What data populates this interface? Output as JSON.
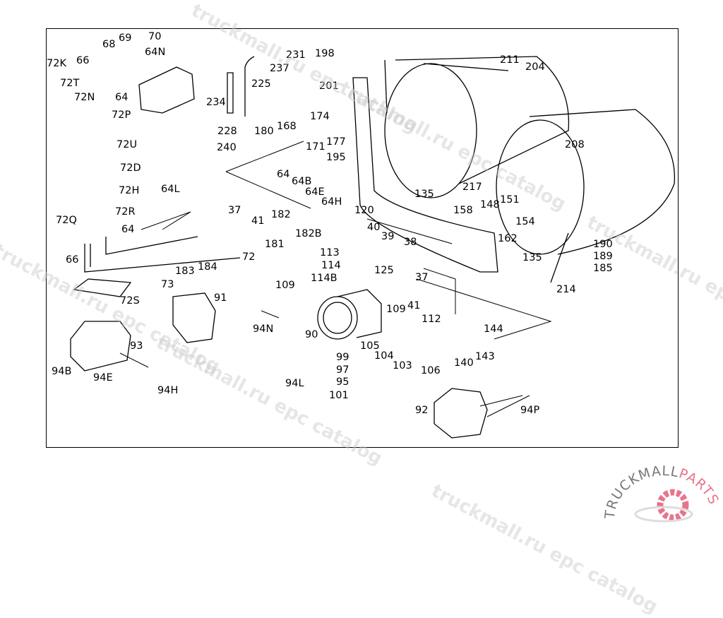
{
  "diagram": {
    "labels": [
      "72K",
      "68",
      "69",
      "70",
      "66",
      "64N",
      "72T",
      "72N",
      "64",
      "72P",
      "234",
      "225",
      "231",
      "237",
      "198",
      "201",
      "228",
      "240",
      "180",
      "168",
      "174",
      "171",
      "177",
      "195",
      "72U",
      "72D",
      "72H",
      "64L",
      "72R",
      "72Q",
      "64",
      "64",
      "64B",
      "64E",
      "64H",
      "37",
      "41",
      "182",
      "182B",
      "181",
      "120",
      "40",
      "39",
      "38",
      "66",
      "72",
      "183",
      "184",
      "113",
      "114",
      "125",
      "114B",
      "109",
      "37",
      "73",
      "72S",
      "91",
      "41",
      "109",
      "112",
      "94N",
      "90",
      "105",
      "104",
      "103",
      "106",
      "140",
      "143",
      "144",
      "93",
      "94B",
      "94E",
      "99",
      "97",
      "95",
      "94L",
      "101",
      "94H",
      "92",
      "94P",
      "211",
      "204",
      "208",
      "135",
      "217",
      "151",
      "158",
      "148",
      "154",
      "162",
      "135",
      "190",
      "189",
      "185",
      "214"
    ]
  },
  "watermark": {
    "text": "truckmall.ru epc catalog"
  },
  "logo": {
    "text_1": "TRUCKMALL",
    "text_2": "PARTS",
    "colors": {
      "gray": "#777777",
      "pink": "#e8748c"
    }
  }
}
